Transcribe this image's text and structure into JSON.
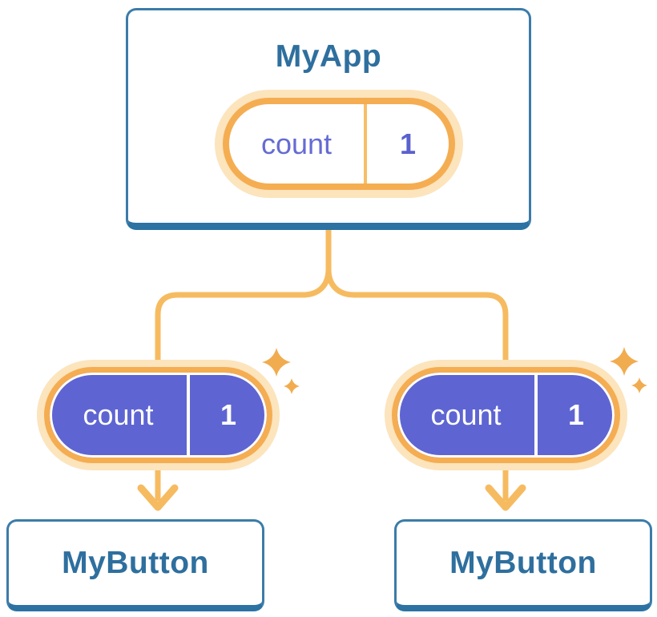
{
  "diagram": {
    "description": "Component tree with shared state passed from parent to children",
    "root": {
      "label": "MyApp",
      "state": {
        "name": "count",
        "value": "1"
      }
    },
    "children": [
      {
        "label": "MyButton",
        "state": {
          "name": "count",
          "value": "1"
        }
      },
      {
        "label": "MyButton",
        "state": {
          "name": "count",
          "value": "1"
        }
      }
    ],
    "icons": {
      "sparkles": "sparkles-icon",
      "arrow": "arrow-down-icon"
    },
    "colors": {
      "card_border_blue": "#3B7CA9",
      "card_bottom_blue": "#2C72A3",
      "title_blue": "#2E6F9E",
      "pill_orange_ring": "#F5AD52",
      "pill_orange_halo": "#FCE4BD",
      "connector_orange": "#F6BB60",
      "sparkle_orange": "#F1AC4F",
      "pill_purple_fill": "#5E65D2",
      "pill_text_purple": "#656BD3",
      "pill_text_white": "#FFFFFF",
      "background": "#FFFFFF"
    }
  }
}
